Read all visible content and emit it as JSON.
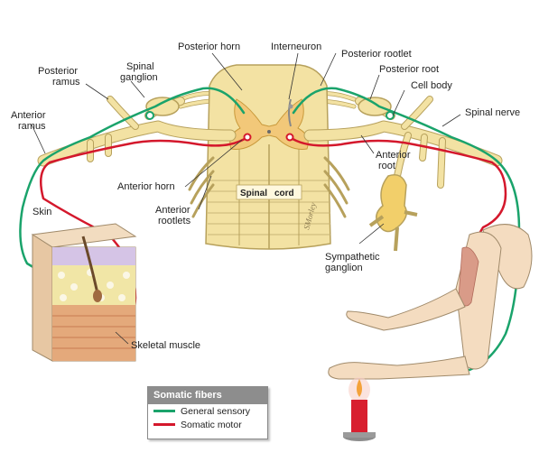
{
  "labels": {
    "posterior_horn": "Posterior horn",
    "interneuron": "Interneuron",
    "posterior_rootlet": "Posterior rootlet",
    "posterior_root": "Posterior root",
    "cell_body": "Cell body",
    "spinal_nerve": "Spinal nerve",
    "spinal_ganglion_1": "Spinal",
    "spinal_ganglion_2": "ganglion",
    "posterior_ramus_1": "Posterior",
    "posterior_ramus_2": "ramus",
    "anterior_ramus_1": "Anterior",
    "anterior_ramus_2": "ramus",
    "anterior_root_1": "Anterior",
    "anterior_root_2": "root",
    "anterior_horn": "Anterior horn",
    "anterior_rootlets_1": "Anterior",
    "anterior_rootlets_2": "rootlets",
    "spinal_cord_a": "Spinal",
    "spinal_cord_b": "cord",
    "skin": "Skin",
    "skeletal_muscle": "Skeletal muscle",
    "sympathetic_ganglion_1": "Sympathetic",
    "sympathetic_ganglion_2": "ganglion",
    "signature": "SMorley"
  },
  "legend": {
    "title": "Somatic fibers",
    "items": [
      {
        "label": "General sensory",
        "color": "#1aa36b"
      },
      {
        "label": "Somatic motor",
        "color": "#d4182c"
      }
    ]
  },
  "colors": {
    "nerve": "#f3e2a3",
    "nerve_stroke": "#b7a15c",
    "grey_matter": "#f2c879",
    "sensory": "#1aa36b",
    "motor": "#d4182c",
    "skin": "#f2dcc0",
    "arm": "#f4dcc0"
  }
}
